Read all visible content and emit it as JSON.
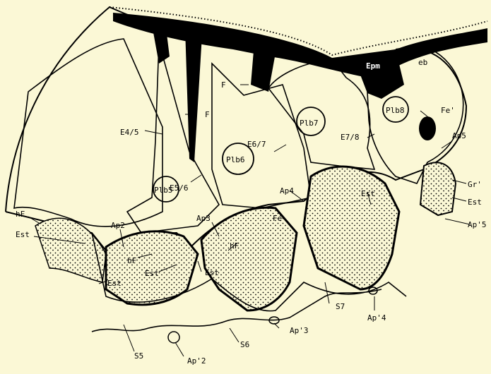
{
  "figure": {
    "background": "#fbf8d6",
    "ink": "#000000"
  },
  "labels": {
    "Epm": "Epm",
    "eb": "eb",
    "Fe_prime": "Fe'",
    "Plb8": "Plb8",
    "Plb7": "Plb7",
    "Plb6": "Plb6",
    "Plb5": "Plb5",
    "F_upper": "F",
    "F_mid": "F",
    "E4_5": "E4/5",
    "E5_6": "E5/6",
    "E6_7": "E6/7",
    "E7_8": "E7/8",
    "Ap5": "Ap5",
    "Gr_prime": "Gr'",
    "Est_right": "Est",
    "Ap_prime_5": "Ap'5",
    "Ap4": "Ap4",
    "Est_4": "Est",
    "Fe": "Fe",
    "Ap3": "Ap3",
    "Ap2": "Ap2",
    "hF_left": "hF",
    "Est_left": "Est",
    "hF_2": "hF",
    "hF_3": "hF",
    "Est_2": "Est",
    "Est_3": "Est",
    "Est_bottom": "Est",
    "S7": "S7",
    "Ap_prime_4": "Ap'4",
    "S6": "S6",
    "Ap_prime_3": "Ap'3",
    "S5": "S5",
    "Ap_prime_2": "Ap'2"
  }
}
